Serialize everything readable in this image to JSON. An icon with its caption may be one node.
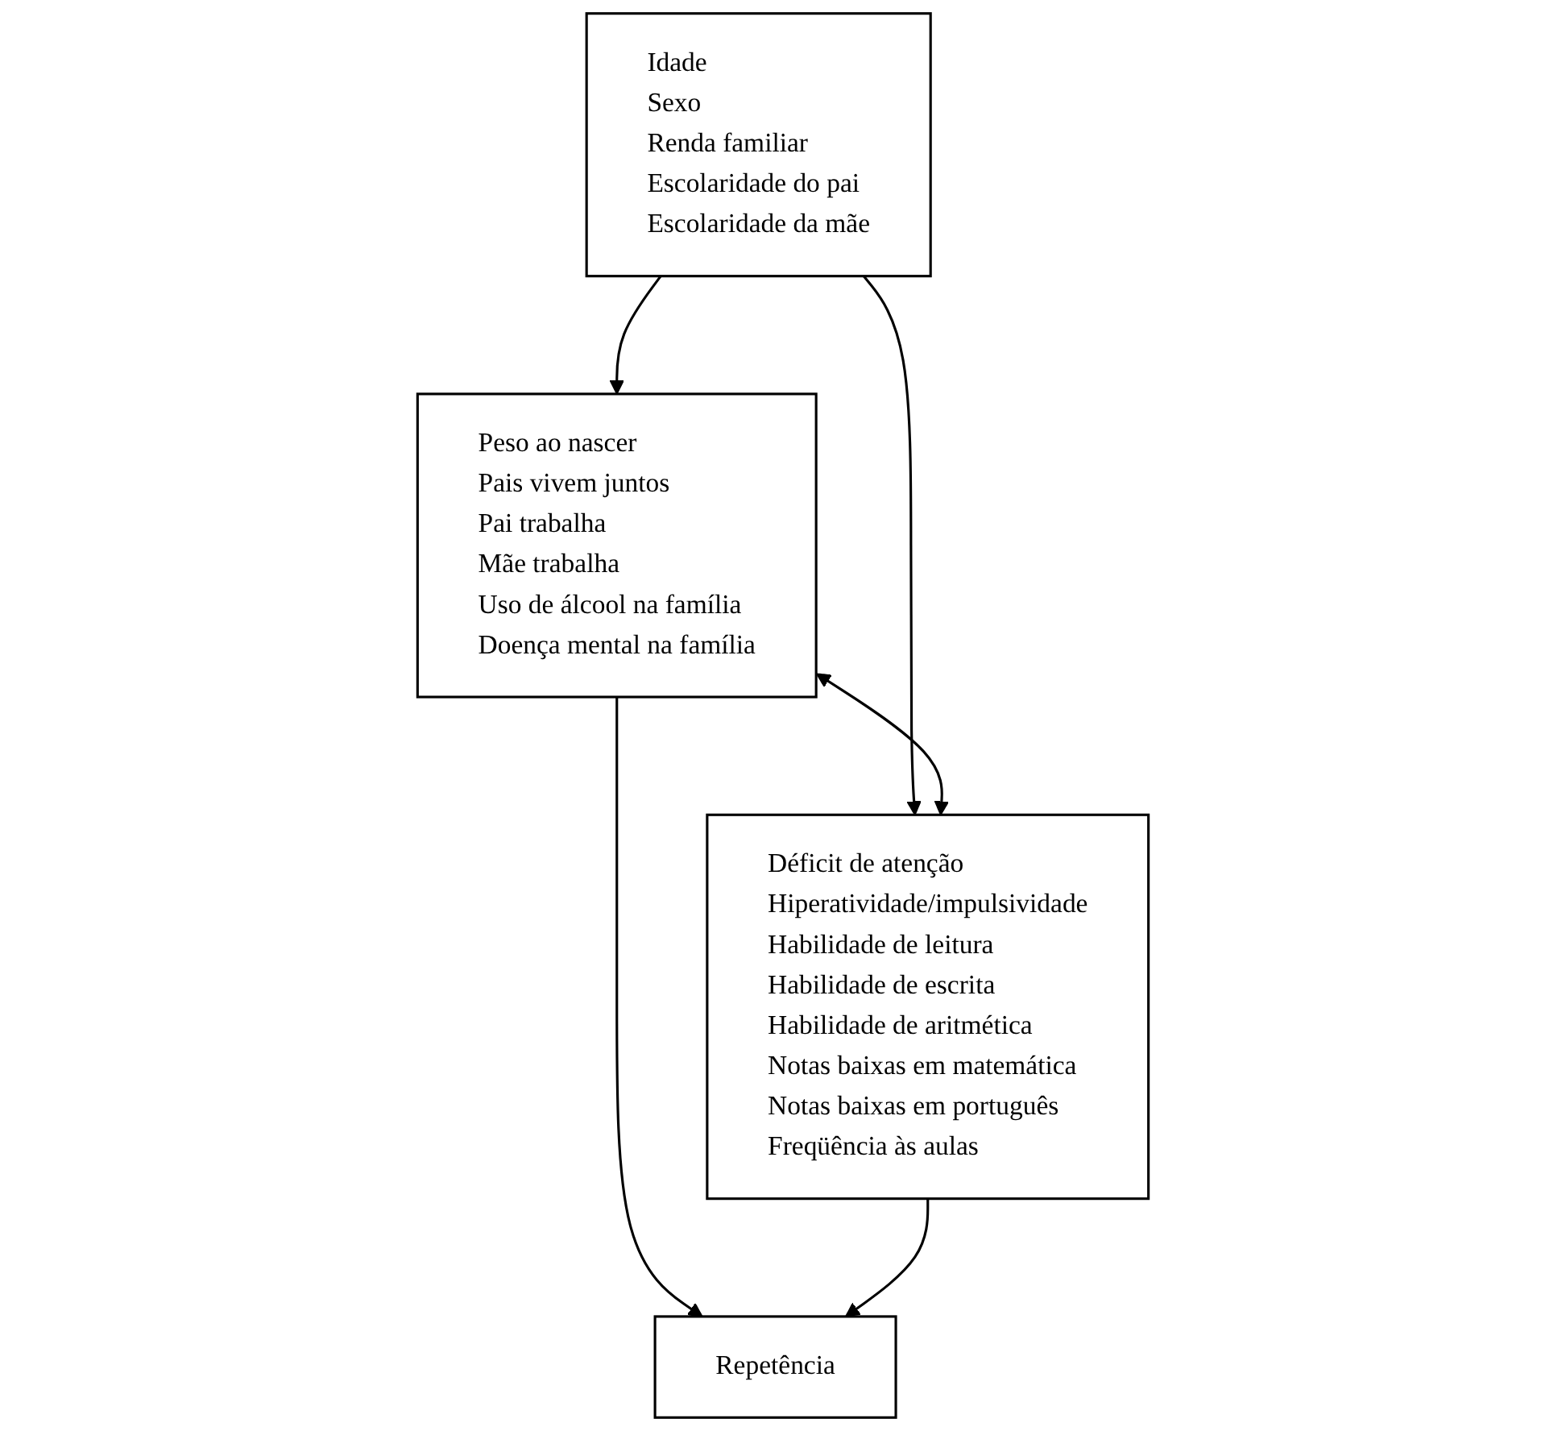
{
  "diagram": {
    "nodes": [
      {
        "text": [
          "Idade",
          "Sexo",
          "Renda familiar",
          "Escolaridade do pai",
          "Escolaridade da mãe"
        ]
      },
      {
        "text": [
          "Peso ao nascer",
          "Pais vivem juntos",
          "Pai trabalha",
          "Mãe trabalha",
          "Uso de álcool na família",
          "Doença mental na família"
        ]
      },
      {
        "text": [
          "Déficit de atenção",
          "Hiperatividade/impulsividade",
          "Habilidade de leitura",
          "Habilidade de escrita",
          "Habilidade de aritmética",
          "Notas baixas em matemática",
          "Notas baixas em português",
          "Freqüência às aulas"
        ]
      },
      {
        "text": [
          "Repetência"
        ]
      }
    ],
    "edges": [
      {
        "from": 0,
        "to": 1,
        "arrow": "to"
      },
      {
        "from": 0,
        "to": 2,
        "arrow": "to"
      },
      {
        "from": 1,
        "to": 2,
        "arrow": "both"
      },
      {
        "from": 1,
        "to": 3,
        "arrow": "to"
      },
      {
        "from": 2,
        "to": 3,
        "arrow": "to"
      }
    ]
  }
}
